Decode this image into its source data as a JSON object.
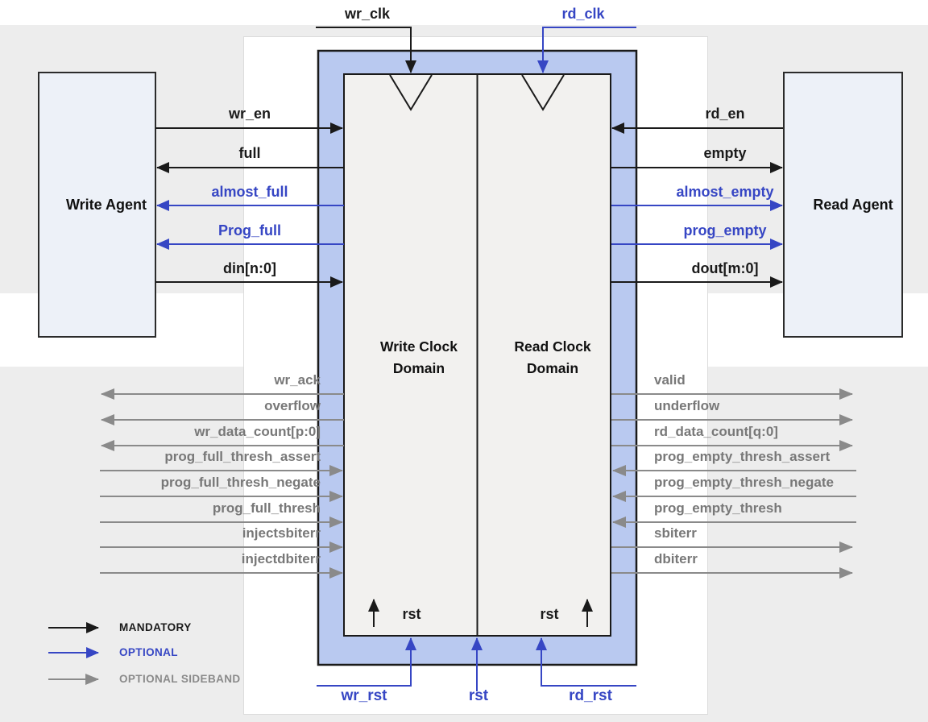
{
  "title": "FIFO Generator block diagram",
  "agents": {
    "write": "Write Agent",
    "read": "Read Agent"
  },
  "domains": {
    "write": "Write Clock Domain",
    "read": "Read Clock Domain"
  },
  "clocks": {
    "write": "wr_clk",
    "read": "rd_clk"
  },
  "resets": {
    "write_domain_internal": "rst",
    "read_domain_internal": "rst",
    "write": "wr_rst",
    "common": "rst",
    "read": "rd_rst"
  },
  "signals_left": [
    {
      "label": "wr_en",
      "type": "mandatory",
      "direction": "into-fifo"
    },
    {
      "label": "full",
      "type": "mandatory",
      "direction": "out-of-fifo"
    },
    {
      "label": "almost_full",
      "type": "optional",
      "direction": "out-of-fifo"
    },
    {
      "label": "Prog_full",
      "type": "optional",
      "direction": "out-of-fifo"
    },
    {
      "label": "din[n:0]",
      "type": "mandatory",
      "direction": "into-fifo"
    }
  ],
  "signals_right": [
    {
      "label": "rd_en",
      "type": "mandatory",
      "direction": "into-fifo"
    },
    {
      "label": "empty",
      "type": "mandatory",
      "direction": "out-of-fifo"
    },
    {
      "label": "almost_empty",
      "type": "optional",
      "direction": "out-of-fifo"
    },
    {
      "label": "prog_empty",
      "type": "optional",
      "direction": "out-of-fifo"
    },
    {
      "label": "dout[m:0]",
      "type": "mandatory",
      "direction": "out-of-fifo"
    }
  ],
  "sideband_left": [
    {
      "label": "wr_ack",
      "direction": "out"
    },
    {
      "label": "overflow",
      "direction": "out"
    },
    {
      "label": "wr_data_count[p:0]",
      "direction": "out"
    },
    {
      "label": "prog_full_thresh_assert",
      "direction": "in"
    },
    {
      "label": "prog_full_thresh_negate",
      "direction": "in"
    },
    {
      "label": "prog_full_thresh",
      "direction": "in"
    },
    {
      "label": "injectsbiterr",
      "direction": "in"
    },
    {
      "label": "injectdbiterr",
      "direction": "in"
    }
  ],
  "sideband_right": [
    {
      "label": "valid",
      "direction": "out"
    },
    {
      "label": "underflow",
      "direction": "out"
    },
    {
      "label": "rd_data_count[q:0]",
      "direction": "out"
    },
    {
      "label": "prog_empty_thresh_assert",
      "direction": "in"
    },
    {
      "label": "prog_empty_thresh_negate",
      "direction": "in"
    },
    {
      "label": "prog_empty_thresh",
      "direction": "in"
    },
    {
      "label": "sbiterr",
      "direction": "out"
    },
    {
      "label": "dbiterr",
      "direction": "out"
    }
  ],
  "legend": {
    "items": [
      {
        "label": "MANDATORY",
        "color": "#1a1a1a"
      },
      {
        "label": "OPTIONAL",
        "color": "#3646c4"
      },
      {
        "label": "OPTIONAL SIDEBAND",
        "color": "#8a8a8a"
      }
    ]
  },
  "colors": {
    "mandatory": "#1a1a1a",
    "optional": "#3646c4",
    "sideband": "#8a8a8a",
    "fifo_fill": "#b9c9f0",
    "domain_fill": "#f2f1ef",
    "agent_fill": "#edf1f8",
    "page_bg": "#ffffff",
    "outer_bg": "#ededed"
  }
}
